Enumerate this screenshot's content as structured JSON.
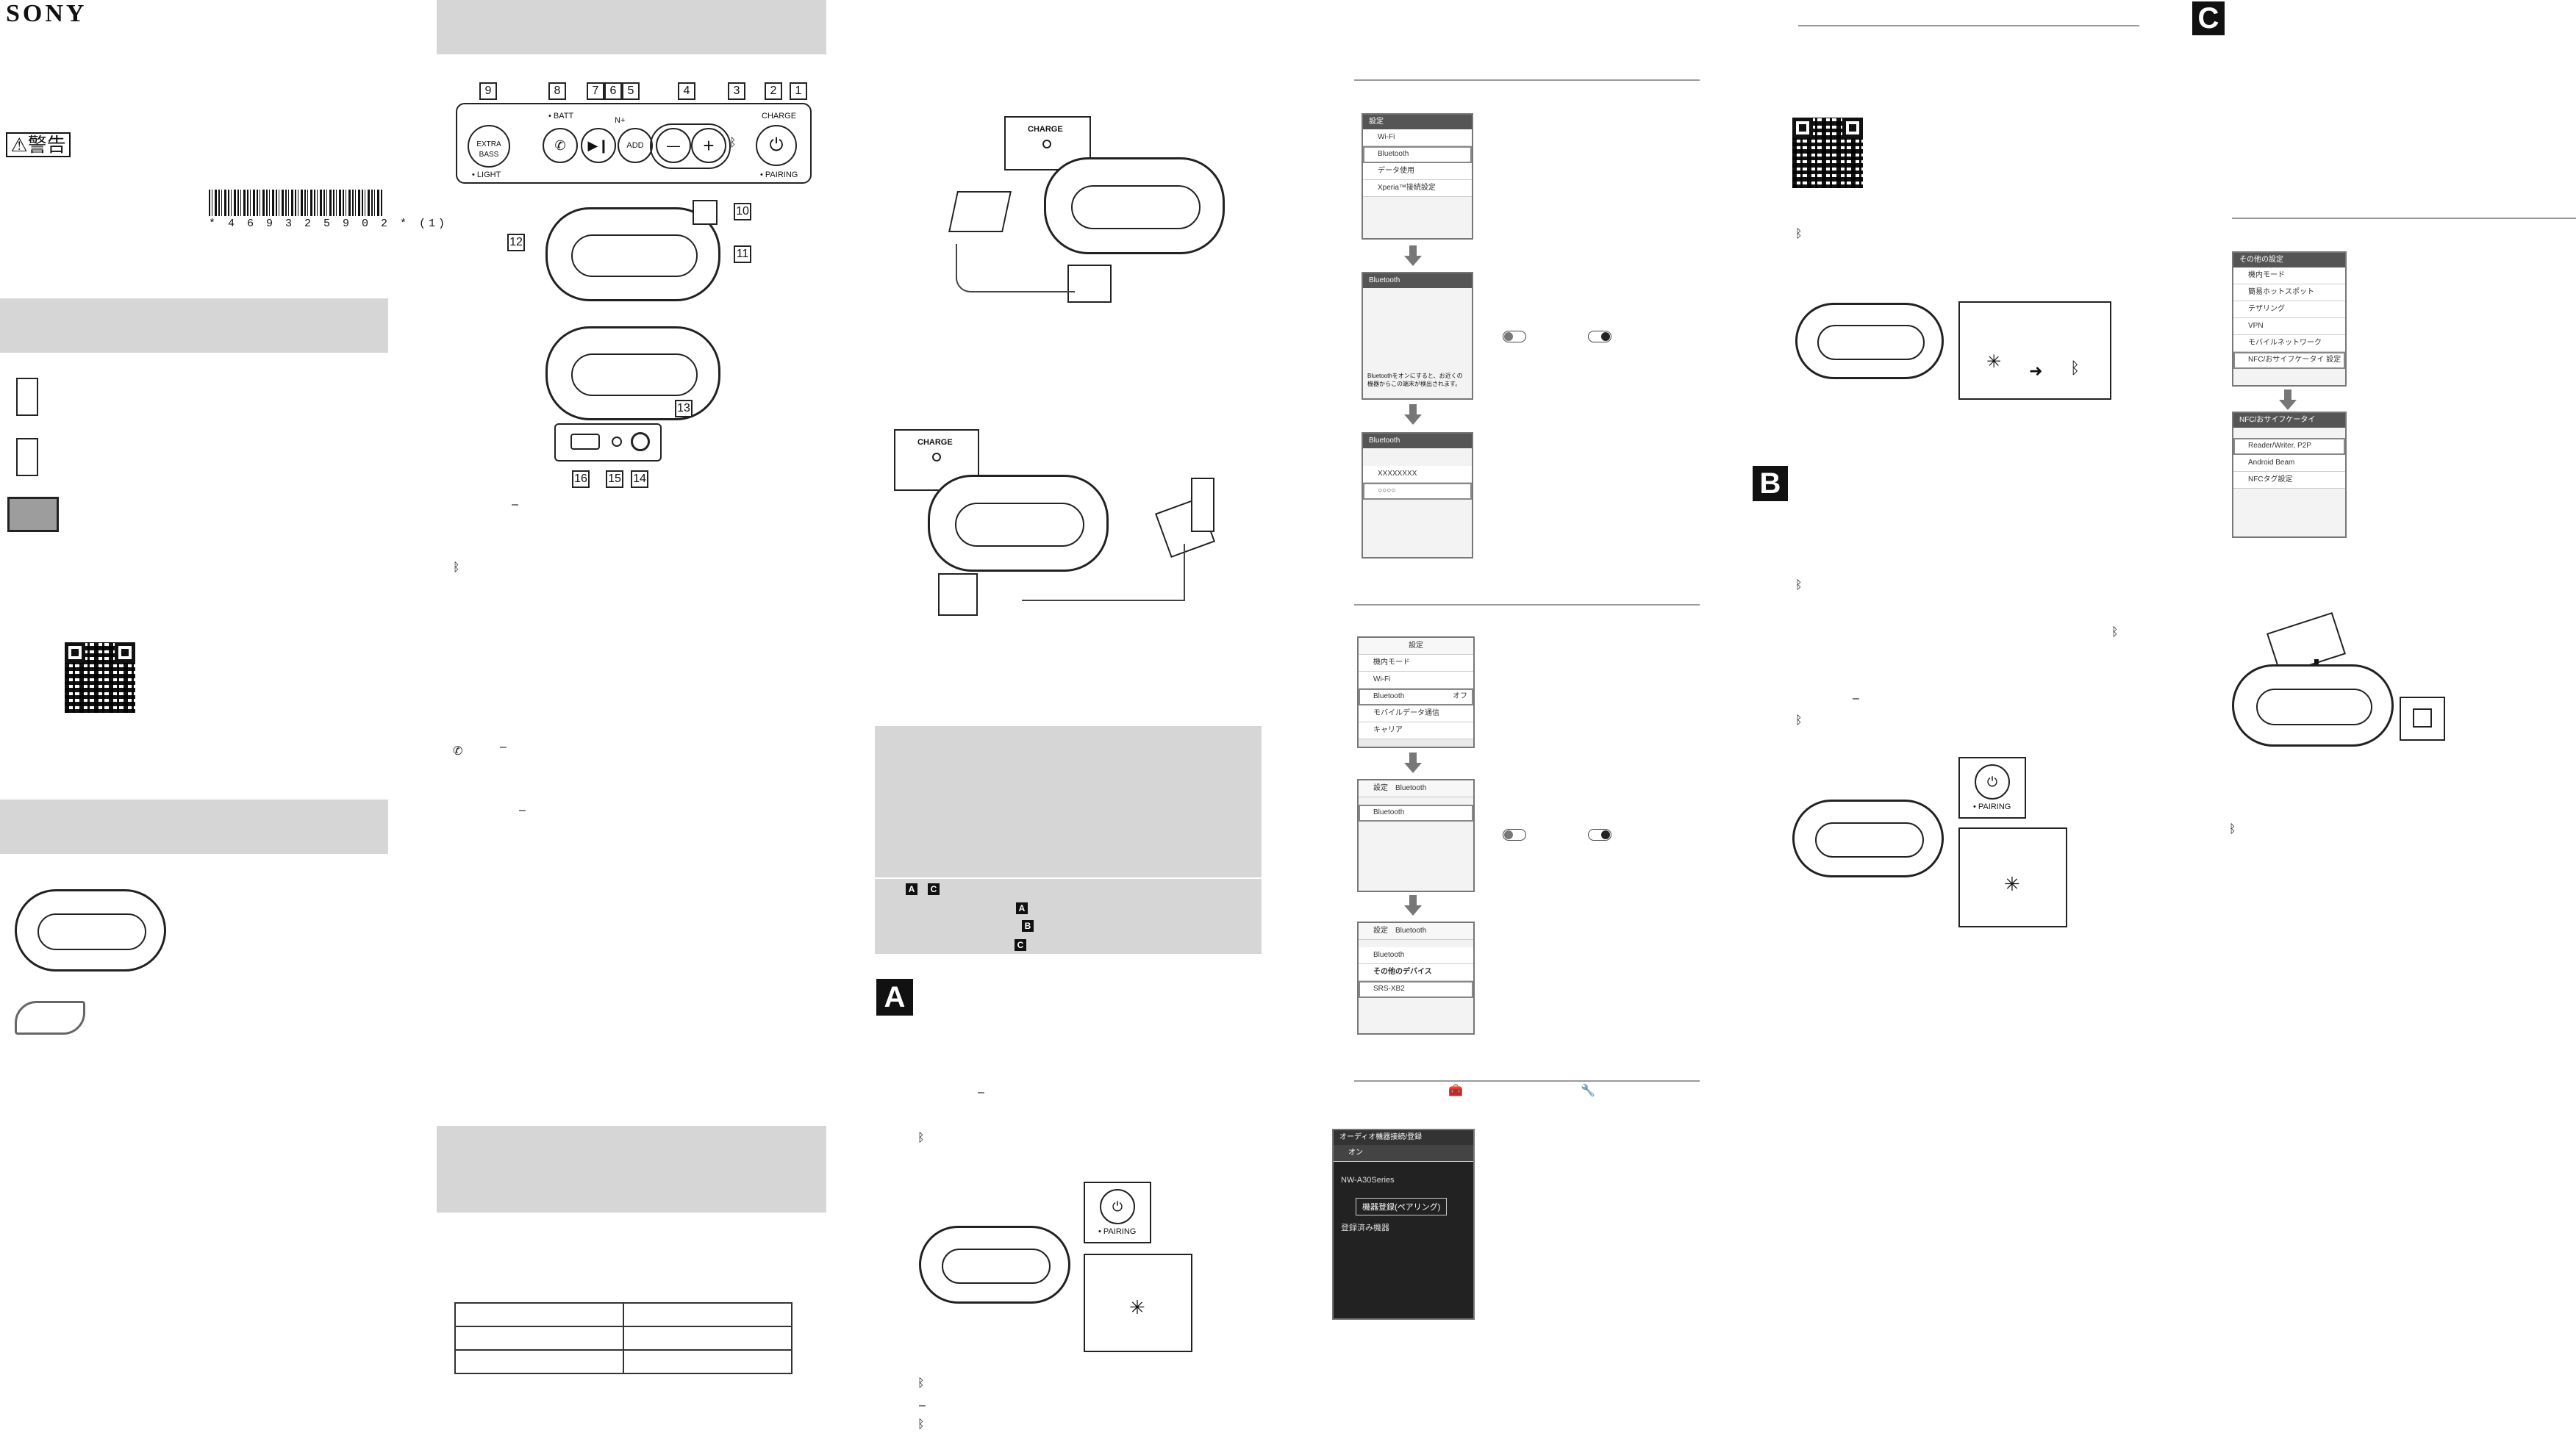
{
  "brand": "SONY",
  "warning_label": "⚠警告",
  "barcode_text": "* 4 6 9 3 2 5 9 0 2 * (1)",
  "panel_numbers": [
    "1",
    "2",
    "3",
    "4",
    "5",
    "6",
    "7",
    "8",
    "9",
    "10",
    "11",
    "12",
    "13",
    "14",
    "15",
    "16"
  ],
  "panel_labels": {
    "charge": "CHARGE",
    "batt": "• BATT",
    "extra_bass": "EXTRA BASS",
    "light": "• LIGHT",
    "pairing": "• PAIRING",
    "add": "ADD",
    "n_plus": "N+",
    "minus": "—",
    "plus": "+",
    "power": "⏻"
  },
  "charge_label_1": "CHARGE",
  "charge_label_2": "CHARGE",
  "section_letters": [
    "A",
    "B",
    "C"
  ],
  "pairing_caption_a": "• PAIRING",
  "pairing_caption_b": "• PAIRING",
  "android_screens": {
    "s1_title": "設定",
    "s1_rows": [
      "Wi-Fi",
      "Bluetooth",
      "データ使用",
      "Xperia™接続設定"
    ],
    "s2_title": "Bluetooth",
    "s2_hint": "Bluetoothをオンにすると、お近くの機器からこの端末が検出されます。",
    "s3_title": "Bluetooth",
    "s3_rows": [
      "XXXXXXXX",
      "○○○○"
    ]
  },
  "ios_screens": {
    "s1_title": "設定",
    "s1_rows": [
      "機内モード",
      "Wi-Fi",
      "Bluetooth",
      "モバイルデータ通信",
      "キャリア"
    ],
    "s1_value": "オフ",
    "s2_back": "設定",
    "s2_title": "Bluetooth",
    "s2_row": "Bluetooth",
    "s3_back": "設定",
    "s3_title": "Bluetooth",
    "s3_row": "Bluetooth",
    "s3_section": "その他のデバイス",
    "s3_device": "SRS-XB2"
  },
  "walkman_screen": {
    "title": "オーディオ機器接続/登録",
    "row_on": "オン",
    "device": "NW-A30Series",
    "pair_button": "機器登録(ペアリング)",
    "info_title": "登録済み機器"
  },
  "nfc_screens": {
    "s1_title": "その他の設定",
    "s1_rows": [
      "機内モード",
      "簡易ホットスポット",
      "テザリング",
      "VPN",
      "モバイルネットワーク",
      "NFC/おサイフケータイ 設定"
    ],
    "s2_title": "NFC/おサイフケータイ",
    "s2_rows": [
      "Reader/Writer, P2P",
      "Android Beam",
      "NFCタグ設定"
    ]
  }
}
